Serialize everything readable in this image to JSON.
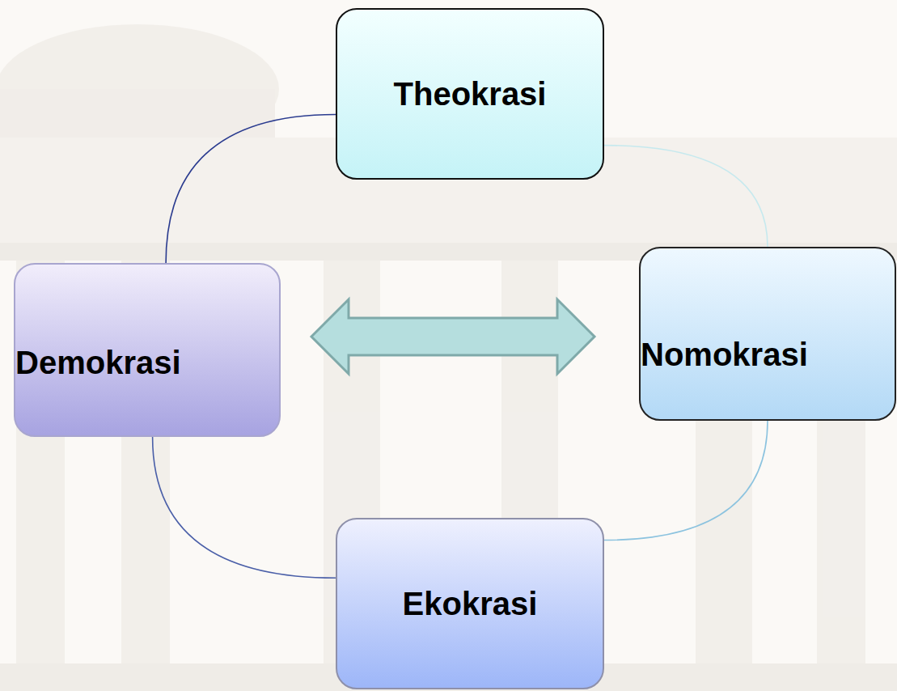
{
  "diagram": {
    "nodes": [
      {
        "text": [
          "Theokrasi"
        ]
      },
      {
        "text": [
          "Demokrasi"
        ]
      },
      {
        "text": [
          "Nomokrasi"
        ]
      },
      {
        "text": [
          "Ekokrasi"
        ]
      }
    ],
    "edges": [
      {
        "from": 1,
        "to": 0,
        "arrow": "none"
      },
      {
        "from": 0,
        "to": 2,
        "arrow": "none"
      },
      {
        "from": 2,
        "to": 3,
        "arrow": "none"
      },
      {
        "from": 3,
        "to": 1,
        "arrow": "none"
      },
      {
        "from": 1,
        "to": 2,
        "arrow": "both"
      }
    ]
  }
}
